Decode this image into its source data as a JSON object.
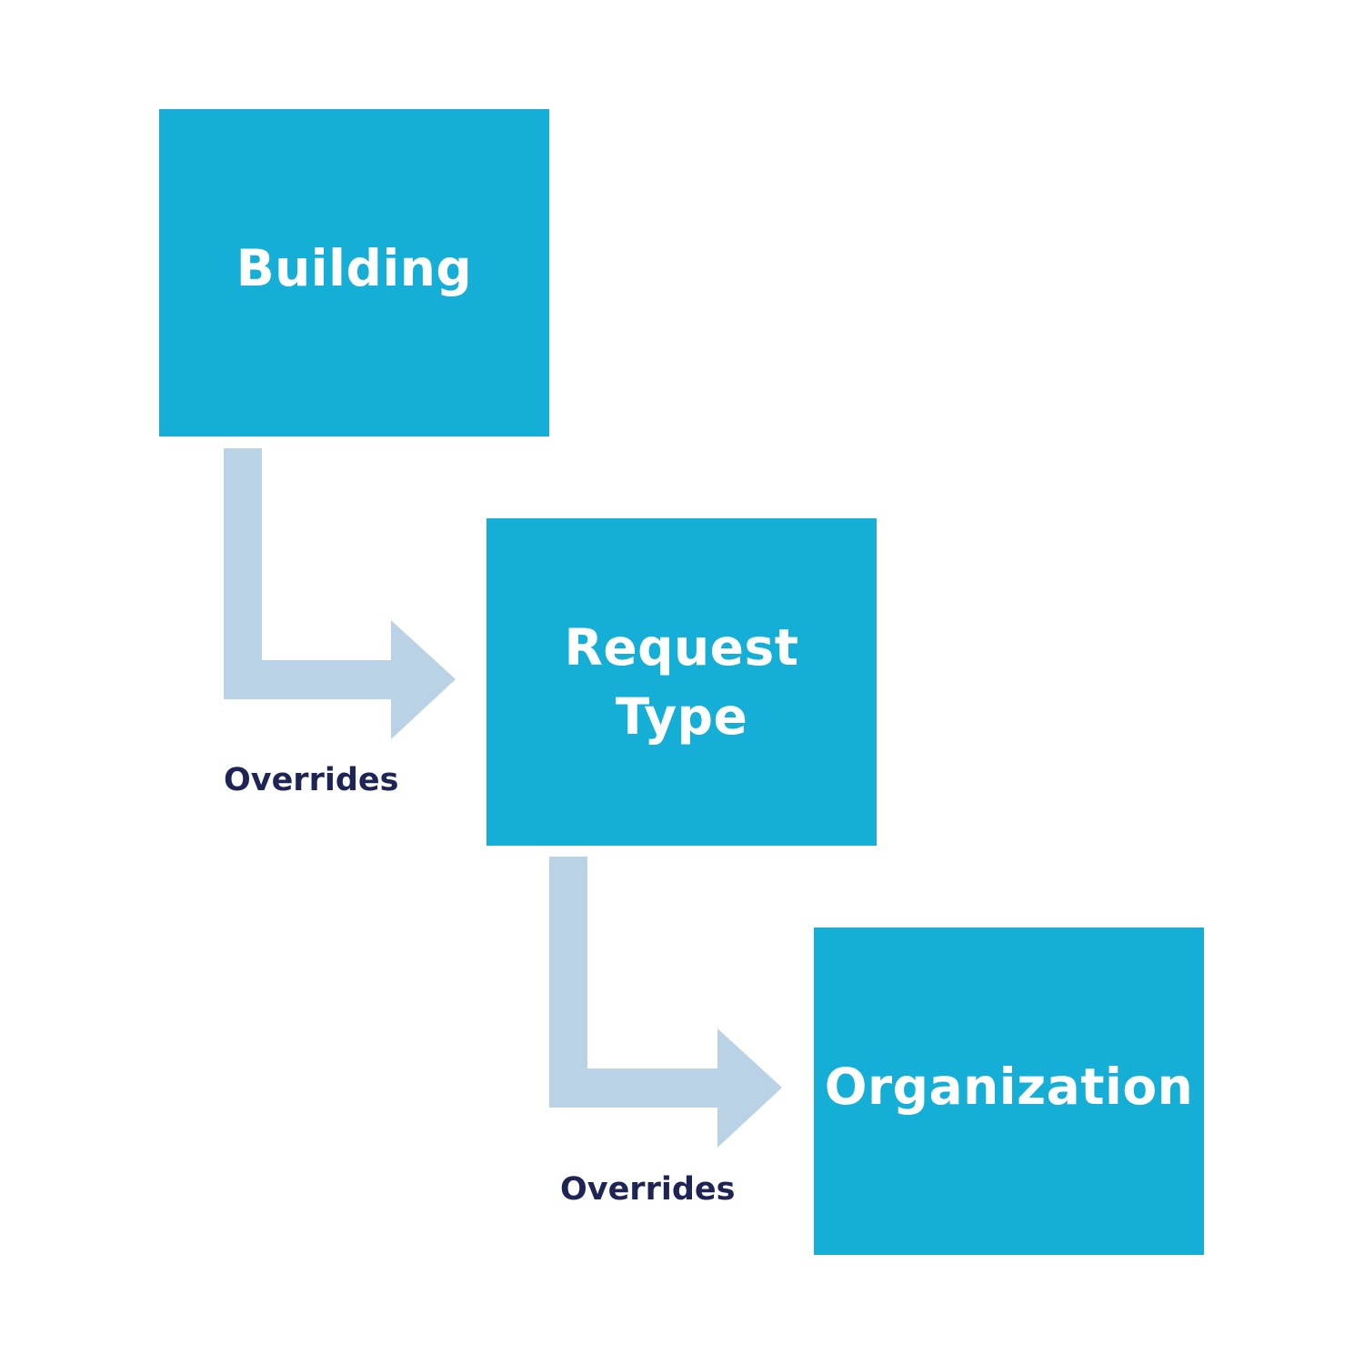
{
  "colors": {
    "box_fill": "#15AED6",
    "box_text": "#FFFFFF",
    "arrow_fill": "#BAD2E5",
    "label_text": "#1F2457",
    "background": "#FFFFFF"
  },
  "nodes": [
    {
      "id": "building",
      "label": "Building"
    },
    {
      "id": "request-type",
      "label": "Request\nType"
    },
    {
      "id": "organization",
      "label": "Organization"
    }
  ],
  "edges": [
    {
      "from": "building",
      "to": "request-type",
      "label": "Overrides",
      "icon": "elbow-arrow-right-icon"
    },
    {
      "from": "request-type",
      "to": "organization",
      "label": "Overrides",
      "icon": "elbow-arrow-right-icon"
    }
  ]
}
